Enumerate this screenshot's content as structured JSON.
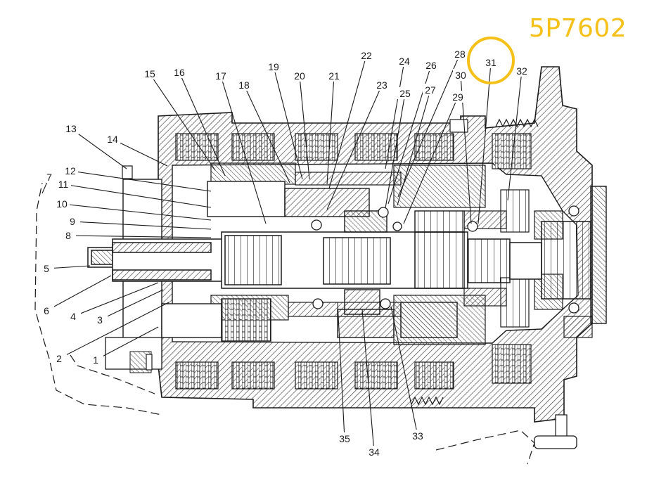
{
  "part_number": "5P7602",
  "highlight": {
    "callout": "31",
    "color": "#f5c018"
  },
  "callouts": [
    "1",
    "2",
    "3",
    "4",
    "5",
    "6",
    "7",
    "8",
    "9",
    "10",
    "11",
    "12",
    "13",
    "14",
    "15",
    "16",
    "17",
    "18",
    "19",
    "20",
    "21",
    "22",
    "23",
    "24",
    "25",
    "26",
    "27",
    "28",
    "29",
    "30",
    "31",
    "32",
    "33",
    "34",
    "35"
  ],
  "colors": {
    "ink": "#1a1a1a",
    "hatch": "#3a3a3a",
    "accent": "#f5c018",
    "background": "#ffffff"
  }
}
